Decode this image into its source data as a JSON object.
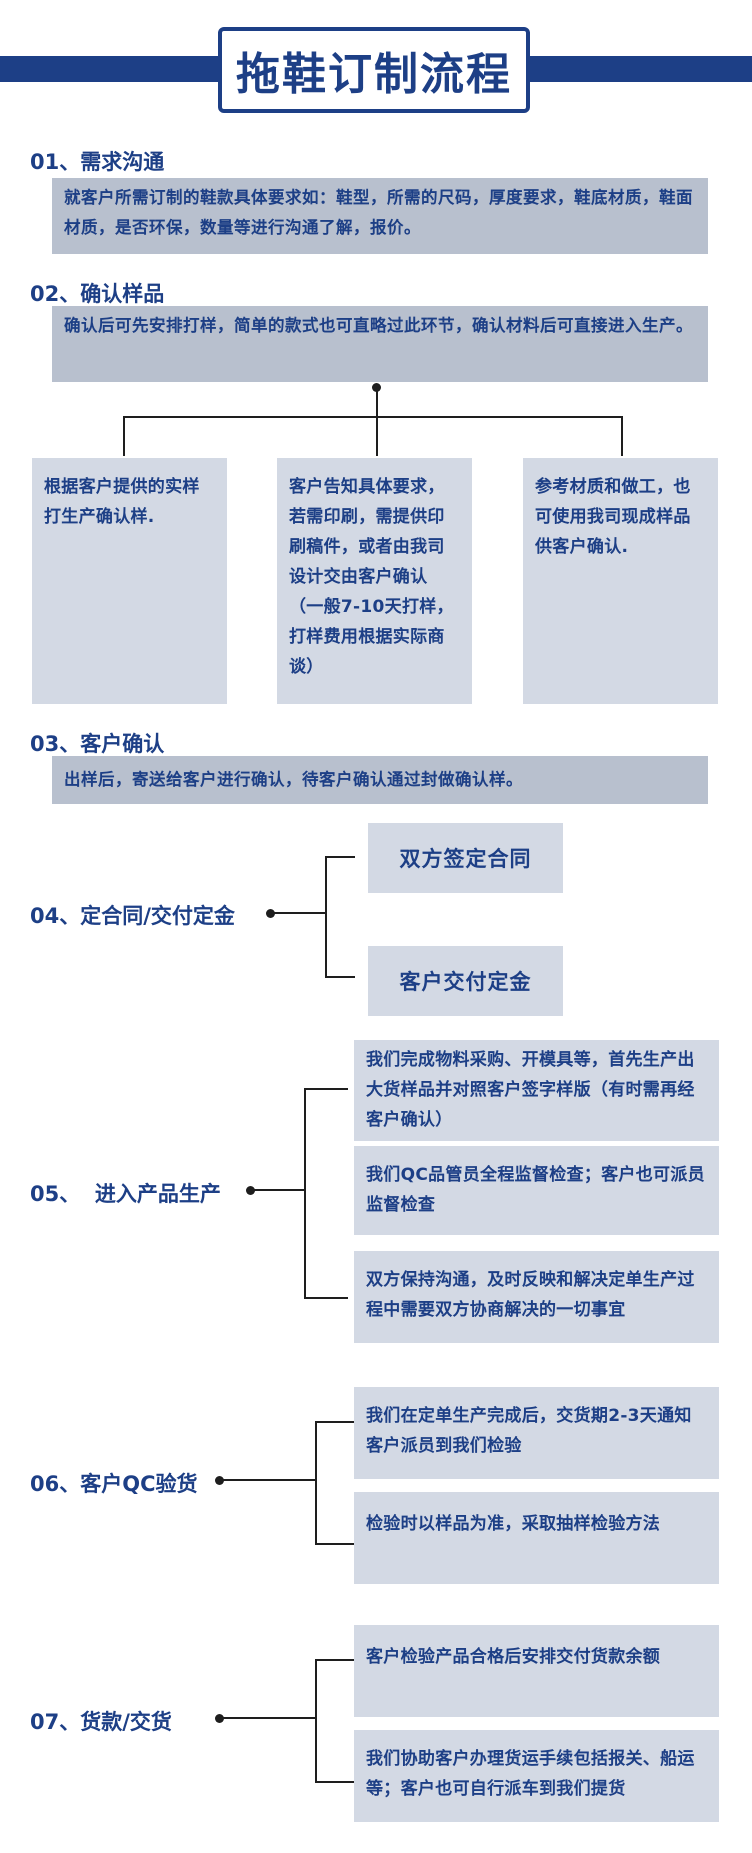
{
  "title": "拖鞋订制流程",
  "colors": {
    "primary": "#1d3f86",
    "desc_bg": "#b8c0ce",
    "card_bg": "#d3d9e4",
    "line": "#1e1e1e"
  },
  "steps": {
    "s1": {
      "heading": "01、需求沟通",
      "desc": "就客户所需订制的鞋款具体要求如：鞋型，所需的尺码，厚度要求，鞋底材质，鞋面材质，是否环保，数量等进行沟通了解，报价。"
    },
    "s2": {
      "heading": "02、确认样品",
      "desc": "确认后可先安排打样，简单的款式也可直略过此环节，确认材料后可直接进入生产。",
      "options": [
        "根据客户提供的实样打生产确认样.",
        "客户告知具体要求，若需印刷，需提供印刷稿件，或者由我司设计交由客户确认（一般7-10天打样，打样费用根据实际商谈）",
        "参考材质和做工，也可使用我司现成样品供客户确认."
      ]
    },
    "s3": {
      "heading": "03、客户确认",
      "desc": "出样后，寄送给客户进行确认，待客户确认通过封做确认样。"
    },
    "s4": {
      "heading": "04、定合同/交付定金",
      "items": [
        "双方签定合同",
        "客户交付定金"
      ]
    },
    "s5": {
      "heading": "05、  进入产品生产",
      "items": [
        "我们完成物料采购、开模具等，首先生产出大货样品并对照客户签字样版（有时需再经客户确认）",
        "我们QC品管员全程监督检查；客户也可派员监督检查",
        "双方保持沟通，及时反映和解决定单生产过程中需要双方协商解决的一切事宜"
      ]
    },
    "s6": {
      "heading": "06、客户QC验货",
      "items": [
        "我们在定单生产完成后，交货期2-3天通知客户派员到我们检验",
        "检验时以样品为准，采取抽样检验方法"
      ]
    },
    "s7": {
      "heading": "07、货款/交货",
      "items": [
        "客户检验产品合格后安排交付货款余额",
        "我们协助客户办理货运手续包括报关、船运等；客户也可自行派车到我们提货"
      ]
    }
  }
}
